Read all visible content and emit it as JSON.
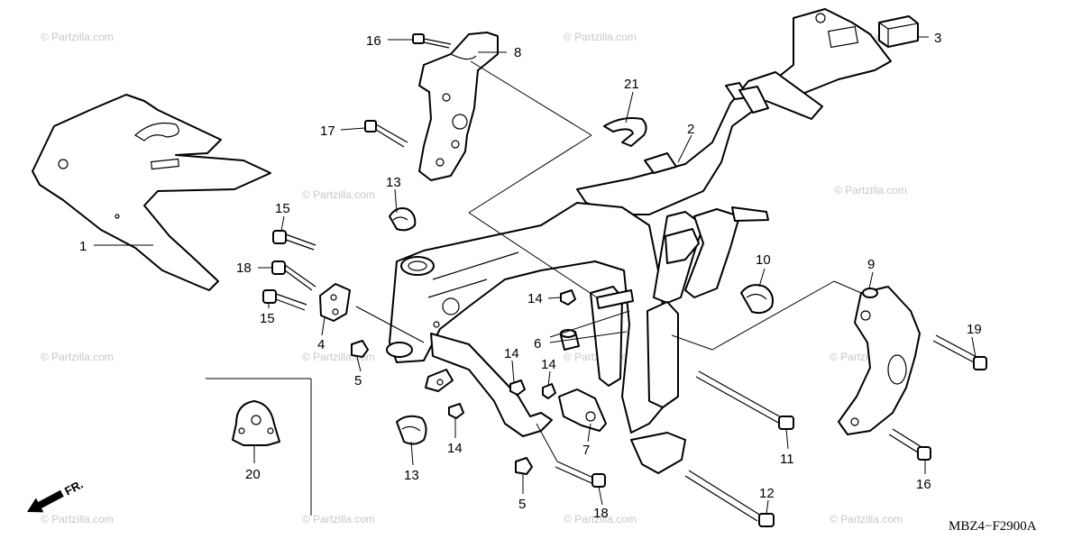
{
  "callouts": [
    {
      "id": "c1",
      "label": "1"
    },
    {
      "id": "c2",
      "label": "2"
    },
    {
      "id": "c3",
      "label": "3"
    },
    {
      "id": "c4",
      "label": "4"
    },
    {
      "id": "c5a",
      "label": "5"
    },
    {
      "id": "c5b",
      "label": "5"
    },
    {
      "id": "c6",
      "label": "6"
    },
    {
      "id": "c7",
      "label": "7"
    },
    {
      "id": "c8",
      "label": "8"
    },
    {
      "id": "c9",
      "label": "9"
    },
    {
      "id": "c10",
      "label": "10"
    },
    {
      "id": "c11",
      "label": "11"
    },
    {
      "id": "c12",
      "label": "12"
    },
    {
      "id": "c13a",
      "label": "13"
    },
    {
      "id": "c13b",
      "label": "13"
    },
    {
      "id": "c14a",
      "label": "14"
    },
    {
      "id": "c14b",
      "label": "14"
    },
    {
      "id": "c14c",
      "label": "14"
    },
    {
      "id": "c14d",
      "label": "14"
    },
    {
      "id": "c15a",
      "label": "15"
    },
    {
      "id": "c15b",
      "label": "15"
    },
    {
      "id": "c16a",
      "label": "16"
    },
    {
      "id": "c16b",
      "label": "16"
    },
    {
      "id": "c17",
      "label": "17"
    },
    {
      "id": "c18a",
      "label": "18"
    },
    {
      "id": "c18b",
      "label": "18"
    },
    {
      "id": "c19",
      "label": "19"
    },
    {
      "id": "c20",
      "label": "20"
    },
    {
      "id": "c21",
      "label": "21"
    }
  ],
  "diagram_code": "MBZ4−F2900A",
  "direction_label": "FR.",
  "watermark": "© Partzilla.com"
}
